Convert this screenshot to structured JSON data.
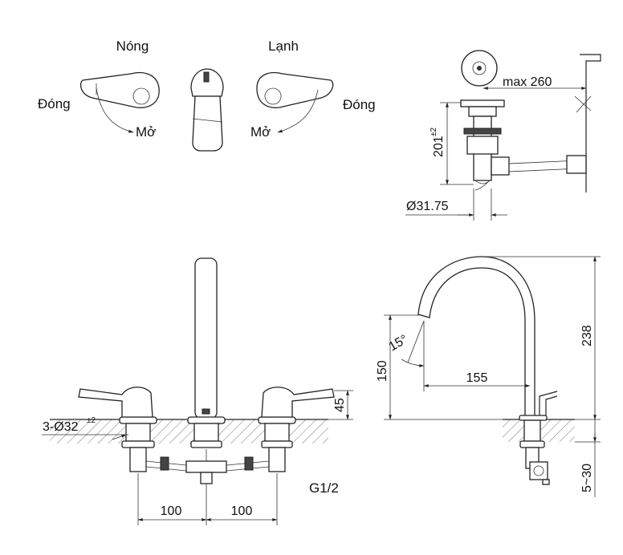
{
  "labels": {
    "hot": "Nóng",
    "cold": "Lạnh",
    "close_left": "Đóng",
    "close_right": "Đóng",
    "open_left": "Mở",
    "open_right": "Mở",
    "max_260": "max 260",
    "dim_201": "201",
    "dim_201_tol": "±2",
    "dim_d31": "Ø31.75",
    "dim_3d32": "3-Ø32",
    "dim_3d32_tol": "±2",
    "dim_45": "45",
    "thread": "G1/2",
    "dim_100_left": "100",
    "dim_100_right": "100",
    "dim_150": "150",
    "dim_238": "238",
    "dim_155": "155",
    "angle_15": "15°",
    "dim_5_30": "5~30"
  }
}
